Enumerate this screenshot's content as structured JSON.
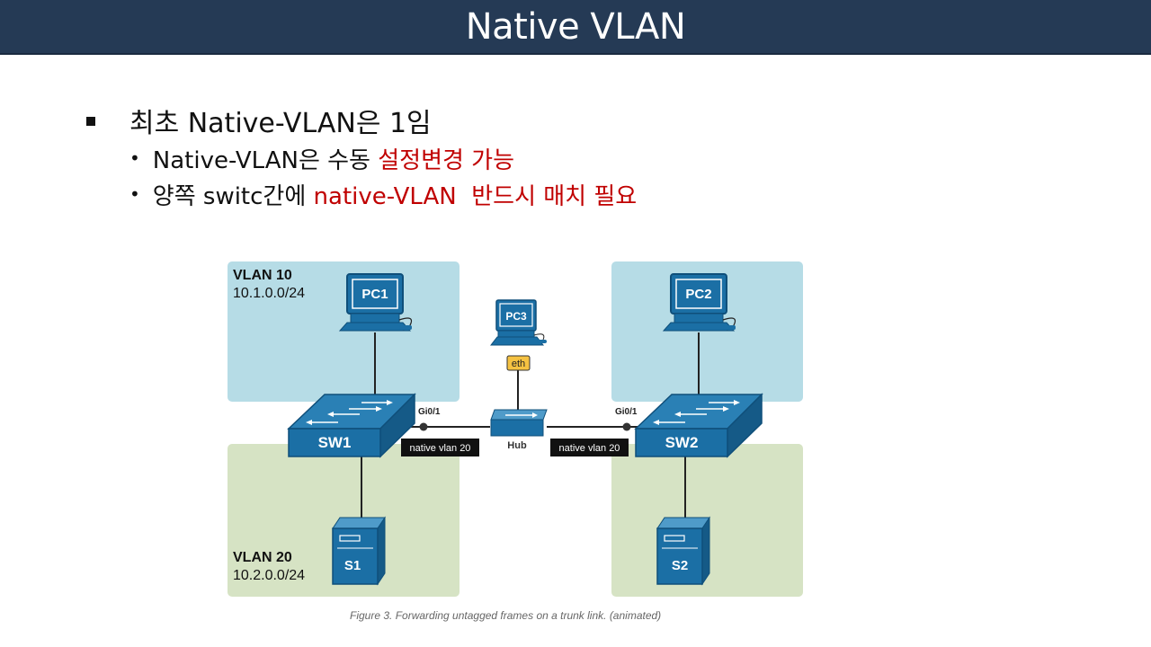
{
  "slide": {
    "title": "Native VLAN",
    "bullets": [
      {
        "text": "최초 Native-VLAN은 1임"
      },
      {
        "prefix": "Native-VLAN은 수동 ",
        "highlight": "설정변경 가능"
      },
      {
        "prefix": "양쪽 switc간에 ",
        "highlight": "native-VLAN  반드시 매치 필요"
      }
    ]
  },
  "diagram": {
    "vlan10": {
      "name": "VLAN 10",
      "subnet": "10.1.0.0/24"
    },
    "vlan20": {
      "name": "VLAN 20",
      "subnet": "10.2.0.0/24"
    },
    "pc1": "PC1",
    "pc2": "PC2",
    "pc3": "PC3",
    "eth": "eth",
    "hub": "Hub",
    "sw1": "SW1",
    "sw2": "SW2",
    "s1": "S1",
    "s2": "S2",
    "port_left": "Gi0/1",
    "port_right": "Gi0/1",
    "native_left": "native vlan 20",
    "native_right": "native vlan 20",
    "caption": "Figure 3. Forwarding untagged frames on a trunk link. (animated)",
    "colors": {
      "vlan10_bg": "#b6dce6",
      "vlan20_bg": "#d6e3c4",
      "device": "#1b6fa5",
      "title_bar": "#253a55",
      "highlight": "#c00000"
    }
  }
}
